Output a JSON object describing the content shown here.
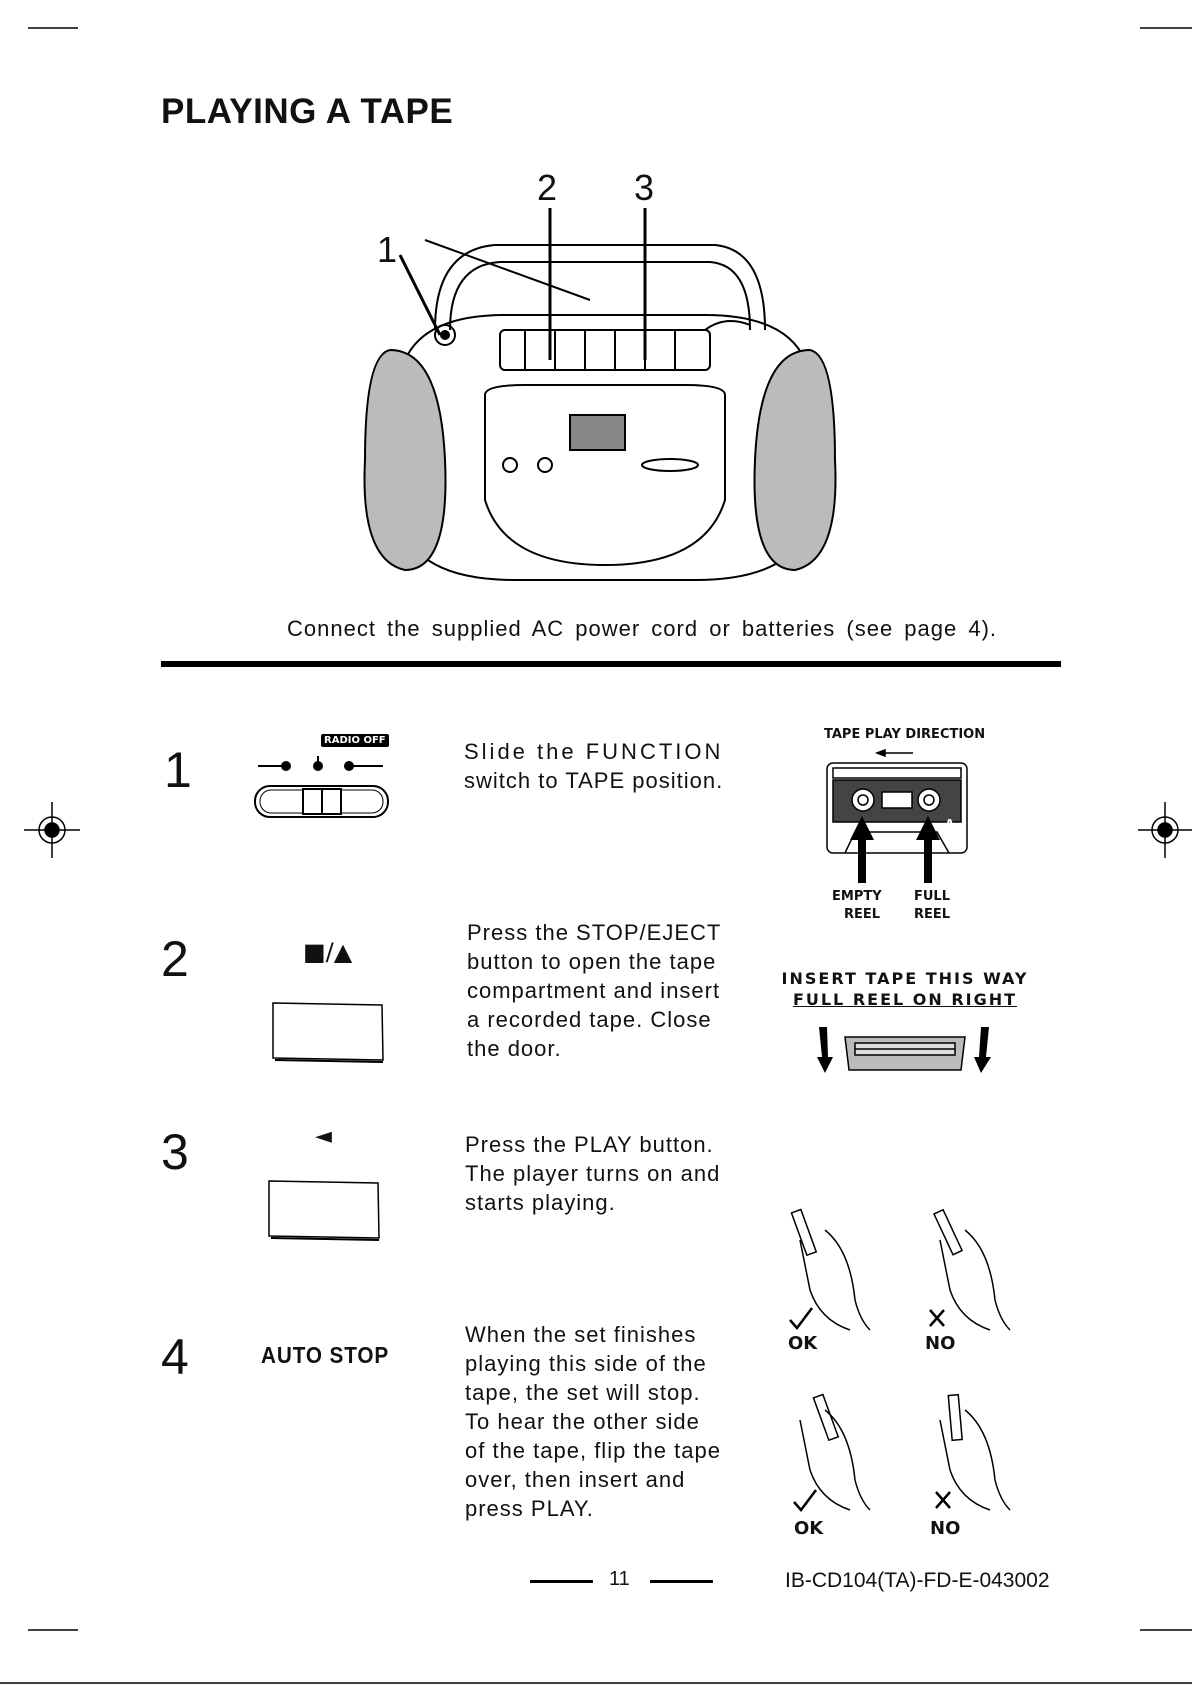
{
  "title": "PLAYING A TAPE",
  "callouts": [
    "1",
    "2",
    "3"
  ],
  "intro_text": "Connect the supplied AC power cord or batteries (see page 4).",
  "steps": [
    {
      "number": "1",
      "text_lines": [
        "Slide the FUNCTION",
        "switch to TAPE position."
      ],
      "switch_label": "RADIO OFF"
    },
    {
      "number": "2",
      "text_lines": [
        "Press the STOP/EJECT",
        "button to open the tape",
        "compartment and insert",
        "a recorded tape.  Close",
        "the door."
      ],
      "button_symbol": "■/▲"
    },
    {
      "number": "3",
      "text_lines": [
        "Press the PLAY button.",
        "The player turns on and",
        "starts playing."
      ],
      "button_symbol": "◄"
    },
    {
      "number": "4",
      "label": "AUTO STOP",
      "text_lines": [
        "When the set finishes",
        "playing this side of the",
        "tape, the set will stop.",
        "To hear the other side",
        "of the tape, flip the tape",
        "over, then insert and",
        "press PLAY."
      ]
    }
  ],
  "tape_diagram": {
    "direction_label": "TAPE PLAY DIRECTION",
    "side_letter": "A",
    "empty_reel": [
      "EMPTY",
      "REEL"
    ],
    "full_reel": [
      "FULL",
      "REEL"
    ]
  },
  "insert_instructions": {
    "line1": "INSERT TAPE THIS WAY",
    "line2": "FULL REEL ON RIGHT"
  },
  "cleaning_marks": {
    "ok": "OK",
    "no": "NO"
  },
  "footer": {
    "page_number": "11",
    "doc_id": "IB-CD104(TA)-FD-E-043002"
  }
}
